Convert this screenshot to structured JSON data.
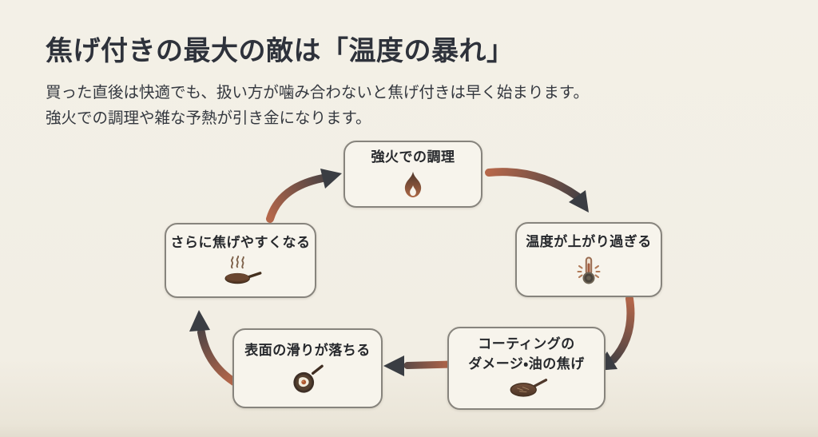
{
  "header": {
    "title": "焦げ付きの最大の敵は「温度の暴れ」",
    "subtitle_lines": [
      "買った直後は快適でも、扱い方が噛み合わないと焦げ付きは早く始まります。",
      "強火での調理や雑な予熱が引き金になります。"
    ]
  },
  "cycle": {
    "nodes": [
      {
        "id": "high-heat-cooking",
        "label": "強火での調理",
        "icon": "flame-icon"
      },
      {
        "id": "temperature-overshoot",
        "label": "温度が上がり過ぎる",
        "icon": "thermometer-icon"
      },
      {
        "id": "coating-damage",
        "label_line1": "コーティングの",
        "label_line2": "ダメージ・油の焦げ",
        "icon": "scratched-pan-icon"
      },
      {
        "id": "surface-slip-loss",
        "label": "表面の滑りが落ちる",
        "icon": "fried-egg-pan-icon"
      },
      {
        "id": "burns-more-easily",
        "label": "さらに焦げやすくなる",
        "icon": "smoking-pan-icon"
      }
    ],
    "order": [
      "high-heat-cooking",
      "temperature-overshoot",
      "coating-damage",
      "surface-slip-loss",
      "burns-more-easily"
    ]
  },
  "colors": {
    "background": "#f2eee4",
    "box_fill": "#f7f4ec",
    "box_border": "#87847d",
    "title_text": "#2e323b",
    "body_text": "#34383f",
    "node_text": "#26282c",
    "arrow_tail": "#b5674a",
    "arrow_head": "#3a3d43"
  }
}
